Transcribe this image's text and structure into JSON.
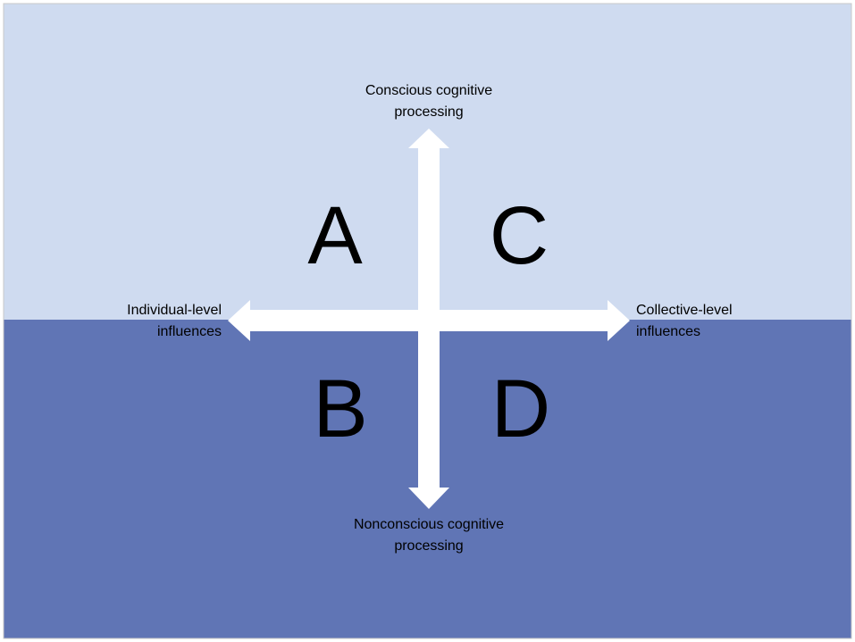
{
  "colors": {
    "upper_band": "#cfdbf0",
    "lower_band": "#6075b5",
    "arrows": "#ffffff",
    "border": "#c8c8c8",
    "text": "#000000"
  },
  "axes": {
    "top": [
      "Conscious cognitive",
      "processing"
    ],
    "bottom": [
      "Nonconscious cognitive",
      "processing"
    ],
    "left": [
      "Individual-level",
      "influences"
    ],
    "right": [
      "Collective-level",
      "influences"
    ]
  },
  "quadrants": {
    "a": "A",
    "b": "B",
    "c": "C",
    "d": "D"
  }
}
